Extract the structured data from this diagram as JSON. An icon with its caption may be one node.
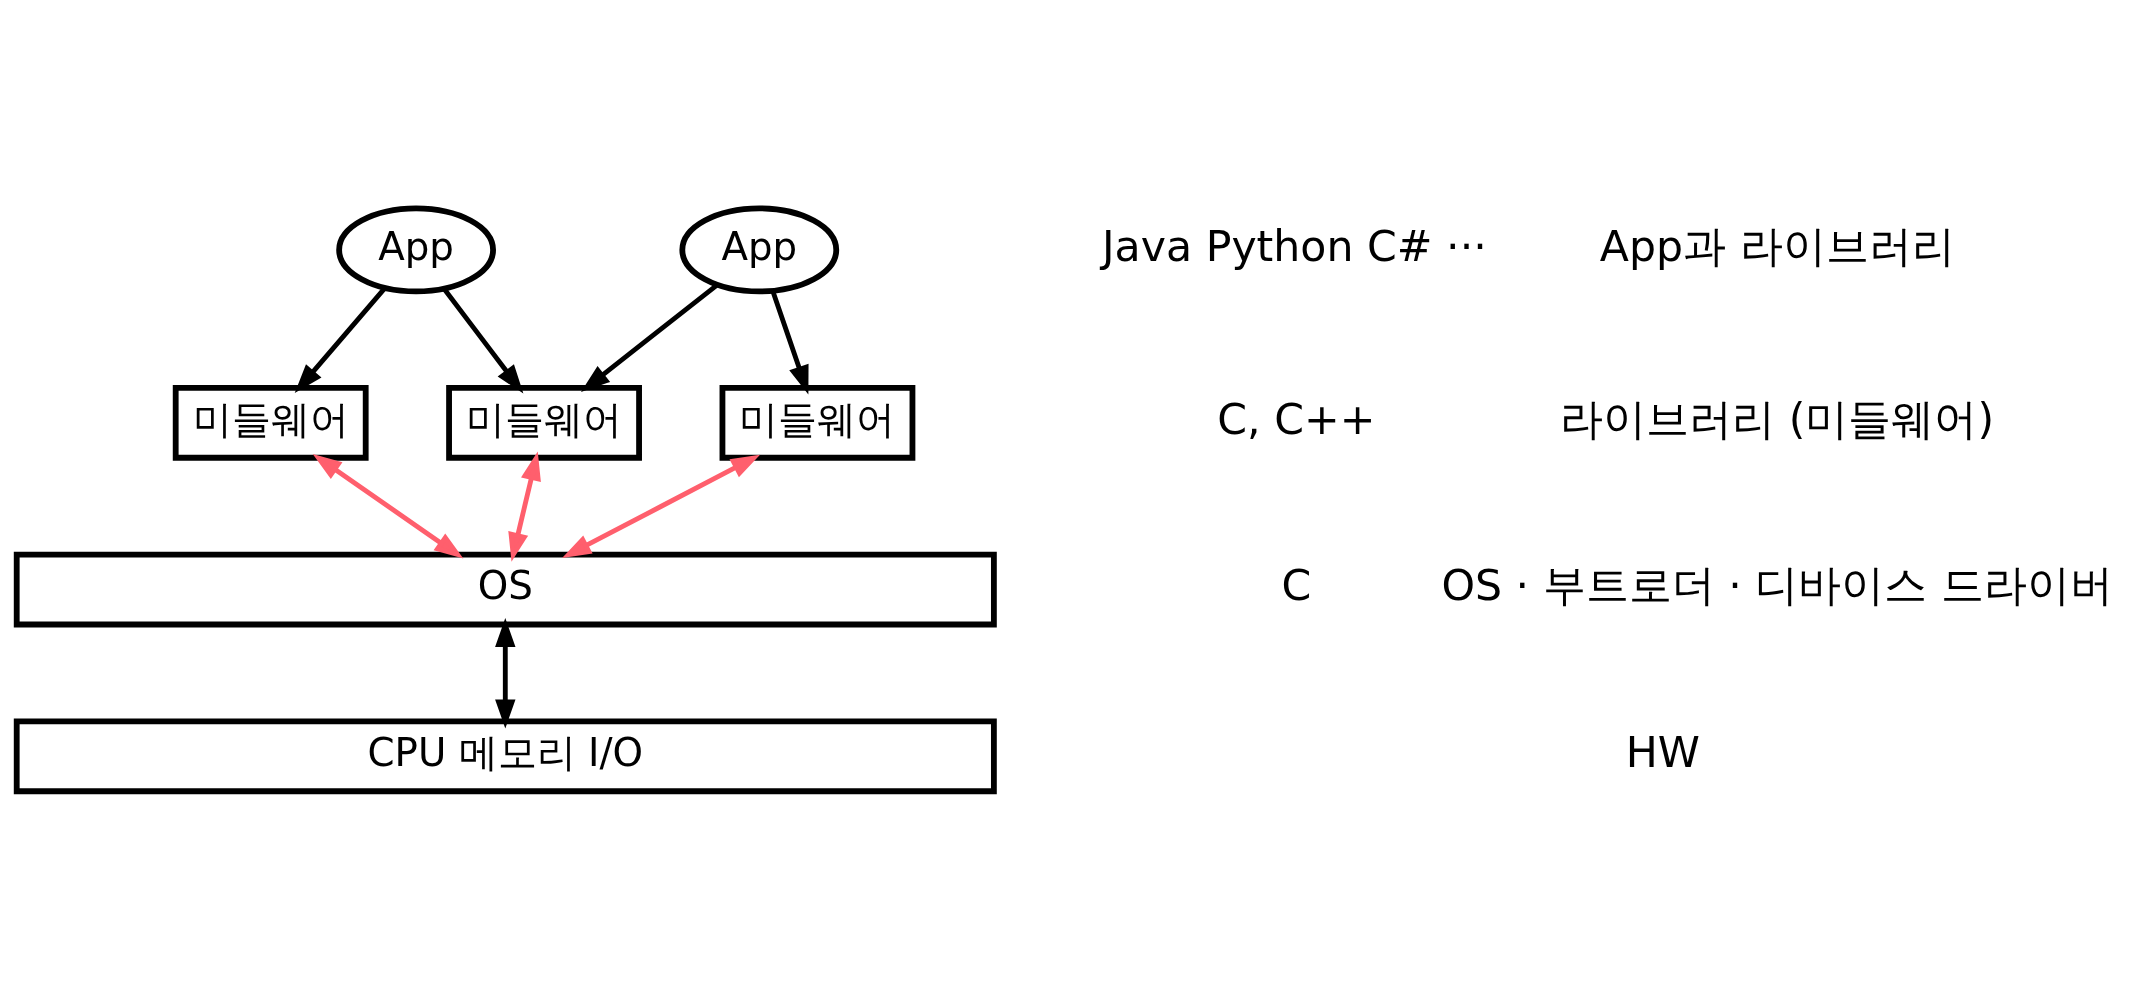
{
  "diagram": {
    "nodes": [
      {
        "text": [
          "App"
        ]
      },
      {
        "text": [
          "App"
        ]
      },
      {
        "text": [
          "미들웨어"
        ]
      },
      {
        "text": [
          "미들웨어"
        ]
      },
      {
        "text": [
          "미들웨어"
        ]
      },
      {
        "text": [
          "OS"
        ]
      },
      {
        "text": [
          "CPU 메모리 I/O"
        ]
      }
    ],
    "edges": [
      {
        "from": 0,
        "to": 2,
        "arrow": "to"
      },
      {
        "from": 0,
        "to": 3,
        "arrow": "to"
      },
      {
        "from": 1,
        "to": 2,
        "arrow": "to"
      },
      {
        "from": 1,
        "to": 4,
        "arrow": "to"
      },
      {
        "from": 2,
        "to": 5,
        "arrow": "both",
        "color": "#ff5f6d"
      },
      {
        "from": 3,
        "to": 5,
        "arrow": "both",
        "color": "#ff5f6d"
      },
      {
        "from": 4,
        "to": 5,
        "arrow": "both",
        "color": "#ff5f6d"
      },
      {
        "from": 5,
        "to": 6,
        "arrow": "both"
      }
    ],
    "labels": [
      "Java Python C# ···",
      "App과 라이브러리",
      "C, C++",
      "라이브러리 (미들웨어)",
      "C",
      "OS · 부트로더 · 디바이스 드라이버",
      "HW"
    ]
  }
}
